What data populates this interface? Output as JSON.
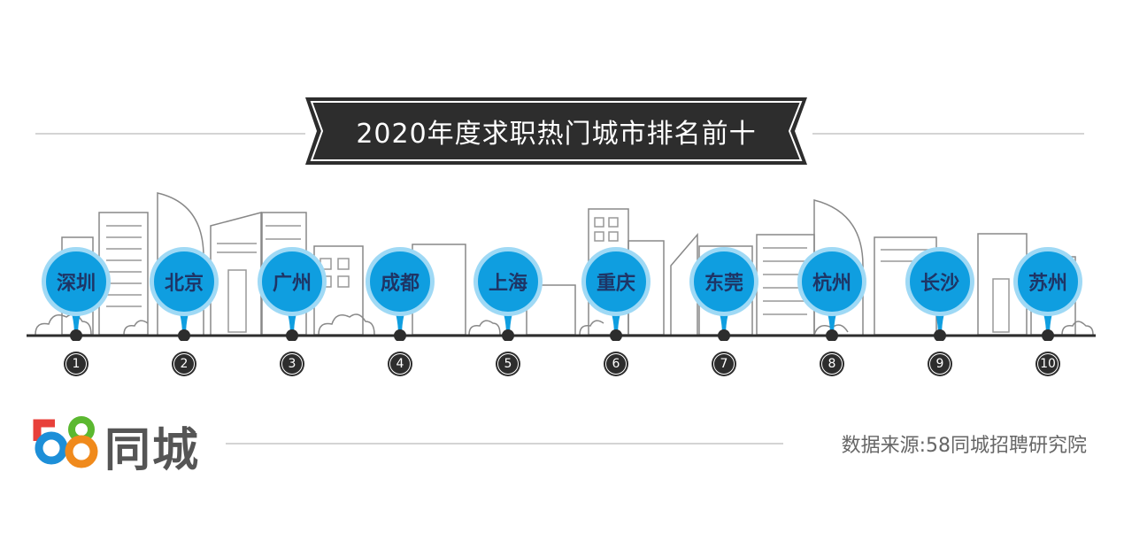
{
  "title": "2020年度求职热门城市排名前十",
  "cities": [
    {
      "rank": "1",
      "name": "深圳"
    },
    {
      "rank": "2",
      "name": "北京"
    },
    {
      "rank": "3",
      "name": "广州"
    },
    {
      "rank": "4",
      "name": "成都"
    },
    {
      "rank": "5",
      "name": "上海"
    },
    {
      "rank": "6",
      "name": "重庆"
    },
    {
      "rank": "7",
      "name": "东莞"
    },
    {
      "rank": "8",
      "name": "杭州"
    },
    {
      "rank": "9",
      "name": "长沙"
    },
    {
      "rank": "10",
      "name": "苏州"
    }
  ],
  "logo": {
    "number": "58",
    "text": "同城"
  },
  "source": "数据来源:58同城招聘研究院",
  "colors": {
    "pin": "#0f9ee0",
    "pin_ring": "#9fd9f5",
    "pin_text": "#1e3566",
    "banner": "#2d2d2d"
  }
}
